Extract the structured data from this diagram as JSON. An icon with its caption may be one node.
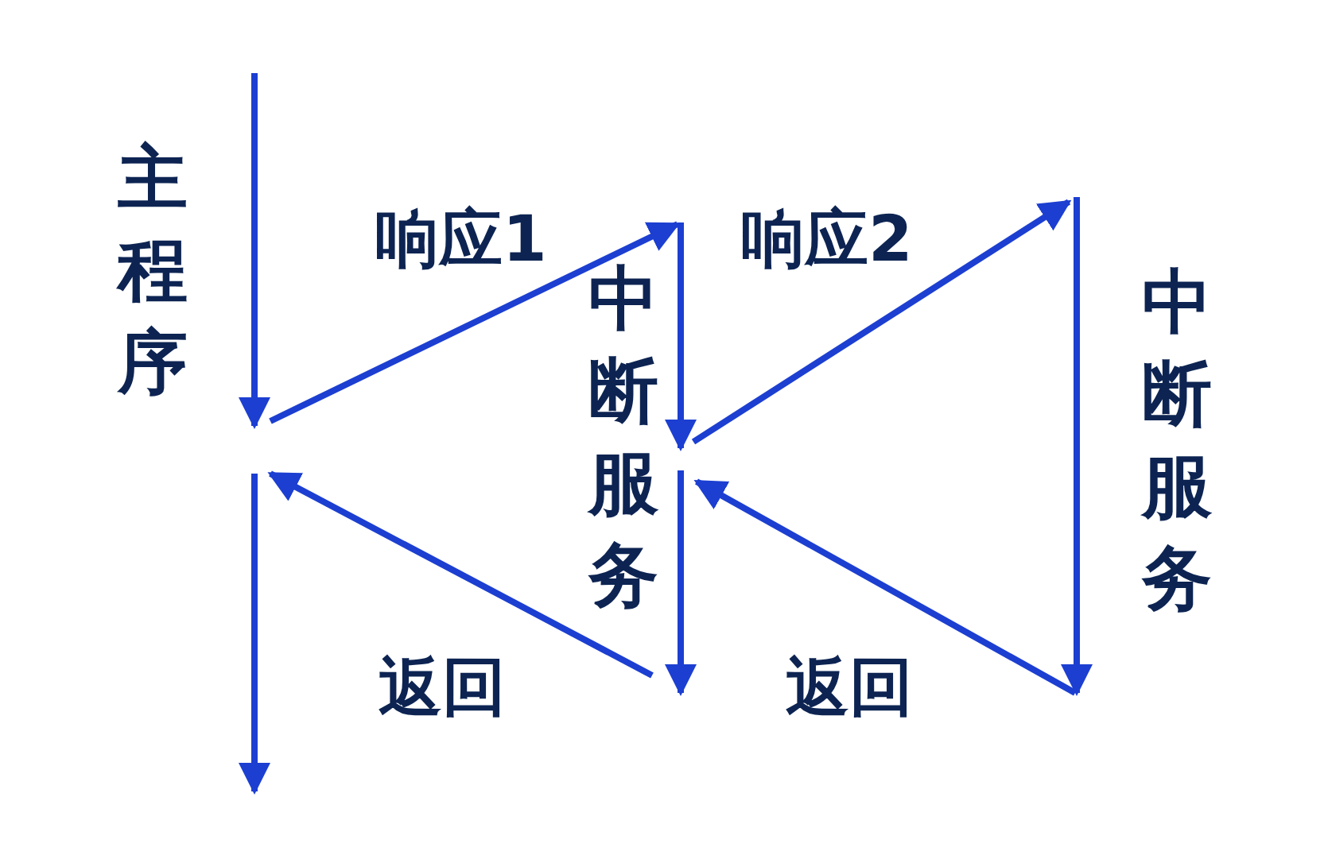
{
  "diagram": {
    "nodes": [
      {
        "text": [
          "主程序"
        ]
      },
      {
        "text": [
          "中断服务"
        ]
      },
      {
        "text": [
          "中断服务"
        ]
      }
    ],
    "edges": [
      {
        "from": 0,
        "to": 1,
        "arrow": "to",
        "label": "响应1"
      },
      {
        "from": 1,
        "to": 2,
        "arrow": "to",
        "label": "响应2"
      },
      {
        "from": 2,
        "to": 1,
        "arrow": "to",
        "label": "返回"
      },
      {
        "from": 1,
        "to": 0,
        "arrow": "to",
        "label": "返回"
      }
    ]
  }
}
